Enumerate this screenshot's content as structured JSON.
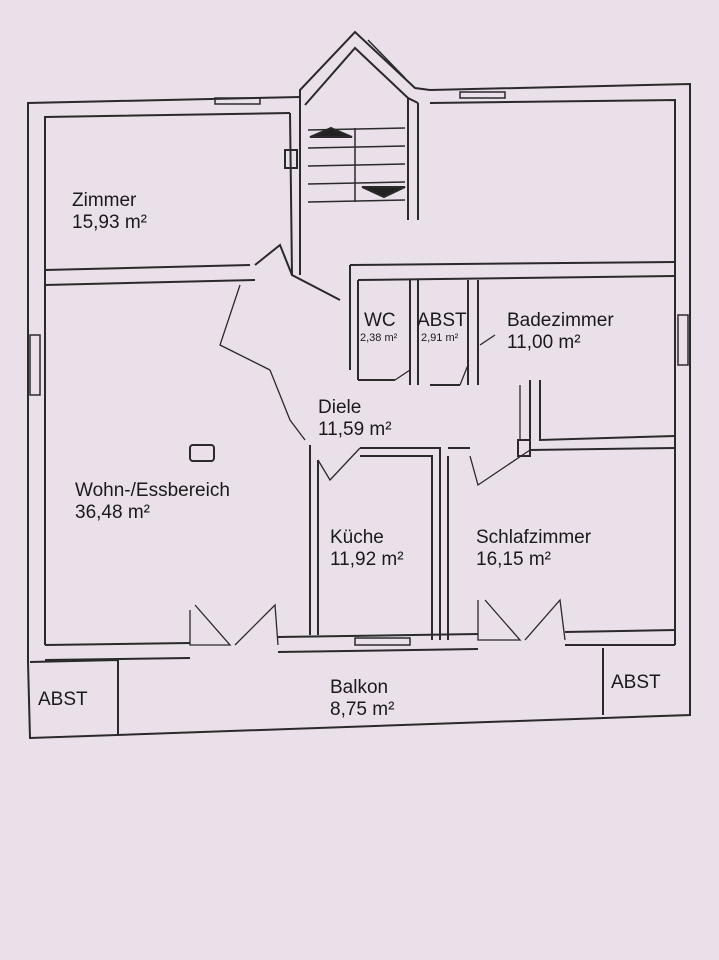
{
  "rooms": {
    "zimmer": {
      "name": "Zimmer",
      "area": "15,93 m²"
    },
    "wohn": {
      "name": "Wohn-/Essbereich",
      "area": "36,48 m²"
    },
    "diele": {
      "name": "Diele",
      "area": "11,59 m²"
    },
    "wc": {
      "name": "WC",
      "area": "2,38 m²"
    },
    "abst_inner": {
      "name": "ABST",
      "area": "2,91 m²"
    },
    "bad": {
      "name": "Badezimmer",
      "area": "11,00 m²"
    },
    "kueche": {
      "name": "Küche",
      "area": "11,92 m²"
    },
    "schlaf": {
      "name": "Schlafzimmer",
      "area": "16,15 m²"
    },
    "balkon": {
      "name": "Balkon",
      "area": "8,75 m²"
    },
    "abst_left": {
      "name": "ABST"
    },
    "abst_right": {
      "name": "ABST"
    }
  }
}
